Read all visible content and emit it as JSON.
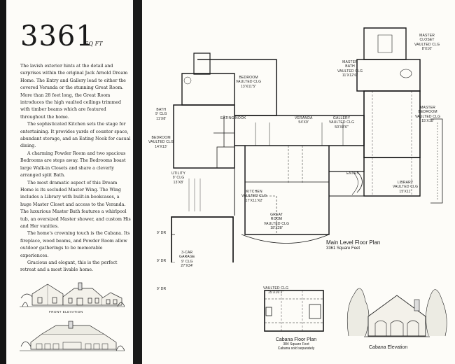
{
  "title": {
    "number": "3361",
    "unit": "SQ FT"
  },
  "description": [
    "The lavish exterior hints at the detail and surprises within the original Jack Arnold Dream Home. The Entry and Gallery lead to either the covered Veranda or the stunning Great Room. More than 28 feet long, the Great Room introduces the high vaulted ceilings trimmed with timber beams which are featured throughout the home.",
    "The sophisticated Kitchen sets the stage for entertaining. It provides yards of counter space, abundant storage, and an Eating Nook for casual dining.",
    "A charming Powder Room and two spacious Bedrooms are steps away. The Bedrooms boast large Walk-in Closets and share a cleverly arranged split Bath.",
    "The most dramatic aspect of this Dream Home is its secluded Master Wing. The Wing includes a Library with built-in bookcases, a huge Master Closet and access to the Veranda. The luxurious Master Bath features a whirlpool tub, an oversized Master shower, and custom His and Her vanities.",
    "The home's crowning touch is the Cabana. Its fireplace, wood beams, and Powder Room allow outdoor gatherings to be memorable experiences.",
    "Gracious and elegant, this is the perfect retreat and a most livable home."
  ],
  "front_elevation_label": "FRONT ELEVATION",
  "rooms": {
    "master_closet": "MASTER\nCLOSET\nVAULTED CLG\n8'x10'",
    "master_bath": "MASTER\nBATH\nVAULTED CLG\n11'x12'6\"",
    "bedroom_top": "BEDROOM\nVAULTED CLG\n13'x11'5\"",
    "master_bedroom": "MASTER\nBEDROOM\nVAULTED CLG\n15'x18'",
    "bath": "BATH\n9' CLG\n11'x8'",
    "eating_nook": "EATING NOOK",
    "veranda": "VERANDA\n54'x9'",
    "gallery": "GALLERY\nVAULTED CLG\n50'x8'6\"",
    "bedroom_left": "BEDROOM\nVAULTED CLG\n14'x13'",
    "utility": "UTILITY\n9' CLG\n13'x8'",
    "entry": "ENTRY",
    "library": "LIBRARY\nVAULTED CLG\n15'x11'",
    "kitchen": "KITCHEN\nVAULTED CLG\n17'x11'x2'",
    "great_room": "GREAT\nROOM\nVAULTED CLG\n18'x28'",
    "garage": "3-CAR\nGARAGE\n9' CLG\n27'x34'",
    "garage_doors": [
      "9' DR",
      "9' DR",
      "9' DR"
    ]
  },
  "main_plan": {
    "title": "Main Level Floor Plan",
    "subtitle": "3361 Square Feet"
  },
  "cabana_plan": {
    "room": "VAULTED CLG\n15'x16'1\"",
    "title": "Cabana Floor Plan",
    "subtitle1": "384 Square Feet",
    "subtitle2": "Cabana sold separately"
  },
  "cabana_elevation": {
    "title": "Cabana Elevation"
  }
}
